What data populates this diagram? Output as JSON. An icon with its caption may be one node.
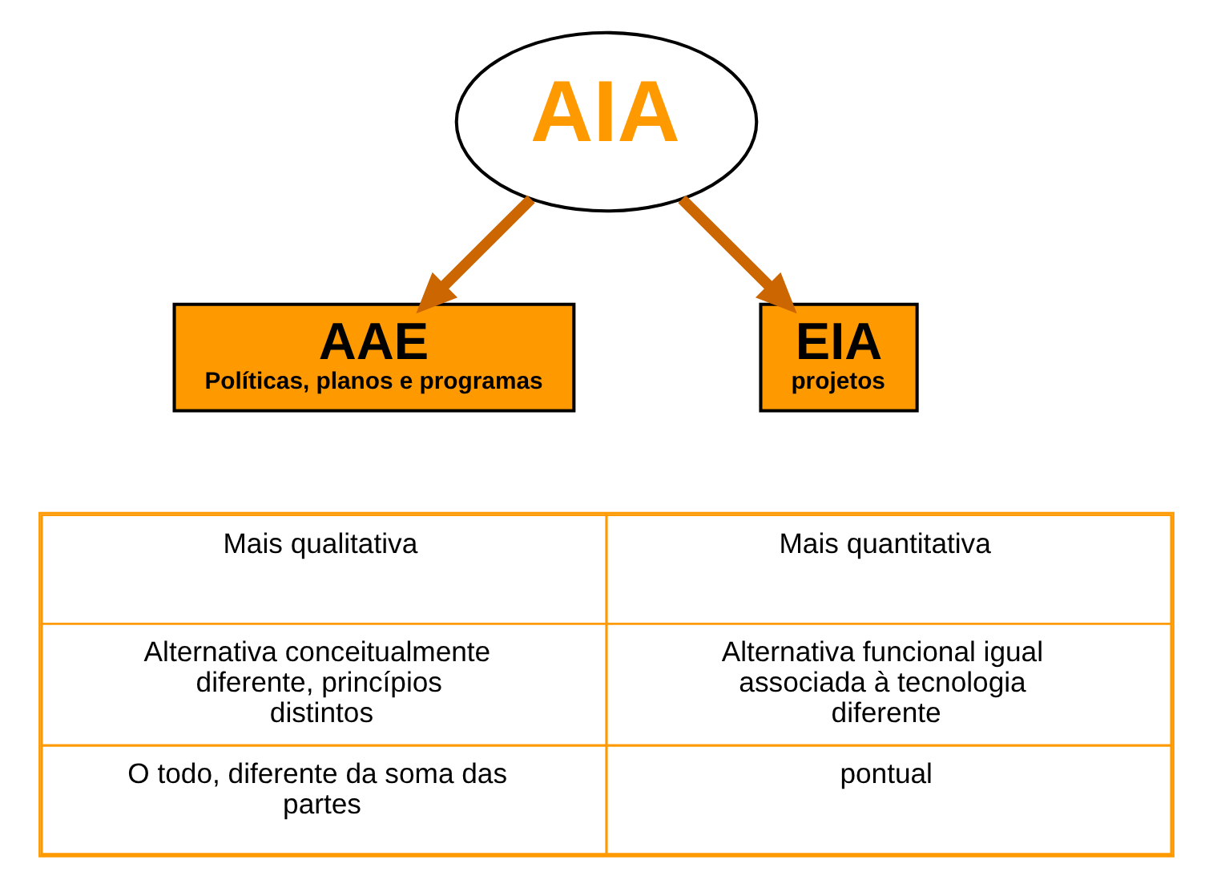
{
  "diagram": {
    "nodes": [
      {
        "text": [
          "AIA"
        ]
      },
      {
        "text": [
          "AAE",
          "Políticas, planos e programas"
        ]
      },
      {
        "text": [
          "EIA",
          "projetos"
        ]
      }
    ],
    "edges": [
      {
        "from": 0,
        "to": 1,
        "arrow": "to"
      },
      {
        "from": 0,
        "to": 2,
        "arrow": "to"
      }
    ],
    "labels": [
      "Mais qualitativa",
      "Mais quantitativa",
      "Alternativa conceitualmente diferente, princípios distintos",
      "Alternativa funcional igual associada à tecnologia diferente",
      "O todo, diferente da soma das partes",
      "pontual"
    ]
  }
}
